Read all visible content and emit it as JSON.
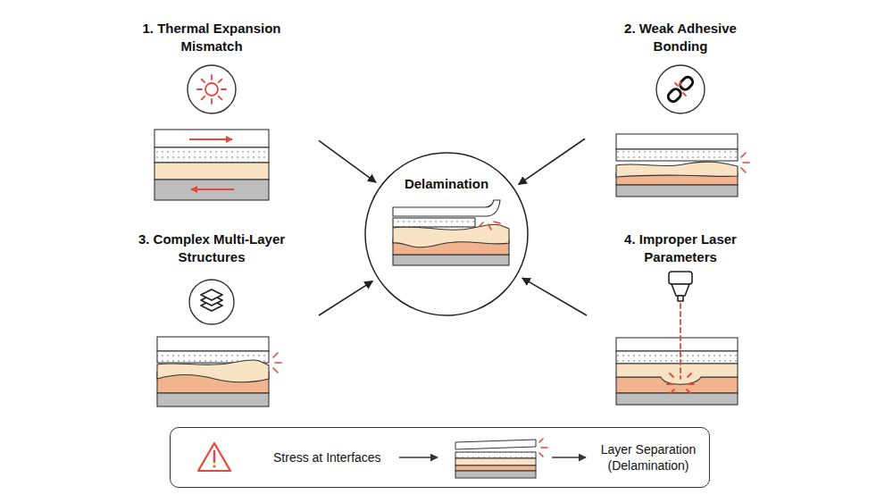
{
  "diagram": {
    "nodes": [
      {
        "text": [
          "1. Thermal Expansion Mismatch"
        ]
      },
      {
        "text": [
          "2. Weak Adhesive Bonding"
        ]
      },
      {
        "text": [
          "Delamination"
        ]
      },
      {
        "text": [
          "3. Complex Multi-Layer Structures"
        ]
      },
      {
        "text": [
          "4. Improper Laser Parameters"
        ]
      },
      {
        "text": [
          "Stress at Interfaces",
          "Layer Separation (Delamination)"
        ]
      }
    ],
    "edges": [
      {
        "from": 0,
        "to": 2,
        "arrow": "to"
      },
      {
        "from": 1,
        "to": 2,
        "arrow": "to"
      },
      {
        "from": 3,
        "to": 2,
        "arrow": "to"
      },
      {
        "from": 4,
        "to": 2,
        "arrow": "to"
      }
    ]
  }
}
